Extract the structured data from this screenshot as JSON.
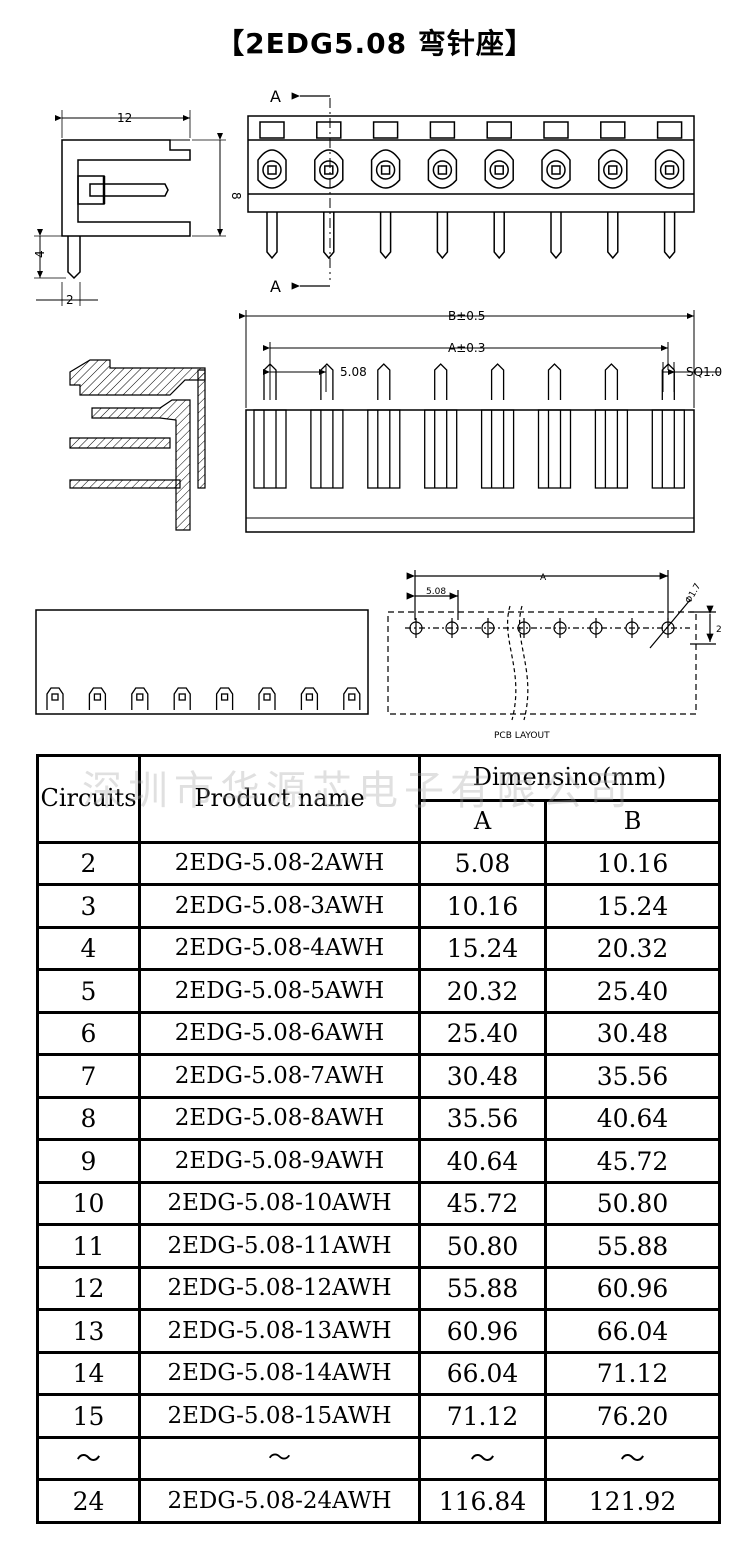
{
  "title": "【2EDG5.08 弯针座】",
  "side_view": {
    "dim_width": "12",
    "dim_height": "8",
    "dim_pin": "4",
    "dim_offset": "2"
  },
  "front_view": {
    "section_top": "A",
    "section_bottom": "A"
  },
  "top_view": {
    "dim_b": "B±0.5",
    "dim_a": "A±0.3",
    "dim_pitch": "5.08",
    "dim_pin_square": "SQ1.0"
  },
  "pcb_layout": {
    "dim_a": "A",
    "dim_pitch": "5.08",
    "dim_hole": "Φ1.7",
    "dim_row": "2",
    "caption": "PCB LAYOUT"
  },
  "watermark": "深圳市华源芯电子有限公司",
  "table": {
    "header_circuits": "Circuits",
    "header_product": "Product name",
    "header_dimension": "Dimensino(mm)",
    "header_a": "A",
    "header_b": "B",
    "rows": [
      {
        "circuits": "2",
        "product": "2EDG-5.08-2AWH",
        "a": "5.08",
        "b": "10.16"
      },
      {
        "circuits": "3",
        "product": "2EDG-5.08-3AWH",
        "a": "10.16",
        "b": "15.24"
      },
      {
        "circuits": "4",
        "product": "2EDG-5.08-4AWH",
        "a": "15.24",
        "b": "20.32"
      },
      {
        "circuits": "5",
        "product": "2EDG-5.08-5AWH",
        "a": "20.32",
        "b": "25.40"
      },
      {
        "circuits": "6",
        "product": "2EDG-5.08-6AWH",
        "a": "25.40",
        "b": "30.48"
      },
      {
        "circuits": "7",
        "product": "2EDG-5.08-7AWH",
        "a": "30.48",
        "b": "35.56"
      },
      {
        "circuits": "8",
        "product": "2EDG-5.08-8AWH",
        "a": "35.56",
        "b": "40.64"
      },
      {
        "circuits": "9",
        "product": "2EDG-5.08-9AWH",
        "a": "40.64",
        "b": "45.72"
      },
      {
        "circuits": "10",
        "product": "2EDG-5.08-10AWH",
        "a": "45.72",
        "b": "50.80"
      },
      {
        "circuits": "11",
        "product": "2EDG-5.08-11AWH",
        "a": "50.80",
        "b": "55.88"
      },
      {
        "circuits": "12",
        "product": "2EDG-5.08-12AWH",
        "a": "55.88",
        "b": "60.96"
      },
      {
        "circuits": "13",
        "product": "2EDG-5.08-13AWH",
        "a": "60.96",
        "b": "66.04"
      },
      {
        "circuits": "14",
        "product": "2EDG-5.08-14AWH",
        "a": "66.04",
        "b": "71.12"
      },
      {
        "circuits": "15",
        "product": "2EDG-5.08-15AWH",
        "a": "71.12",
        "b": "76.20"
      },
      {
        "circuits": "～",
        "product": "～",
        "a": "～",
        "b": "～"
      },
      {
        "circuits": "24",
        "product": "2EDG-5.08-24AWH",
        "a": "116.84",
        "b": "121.92"
      }
    ]
  }
}
